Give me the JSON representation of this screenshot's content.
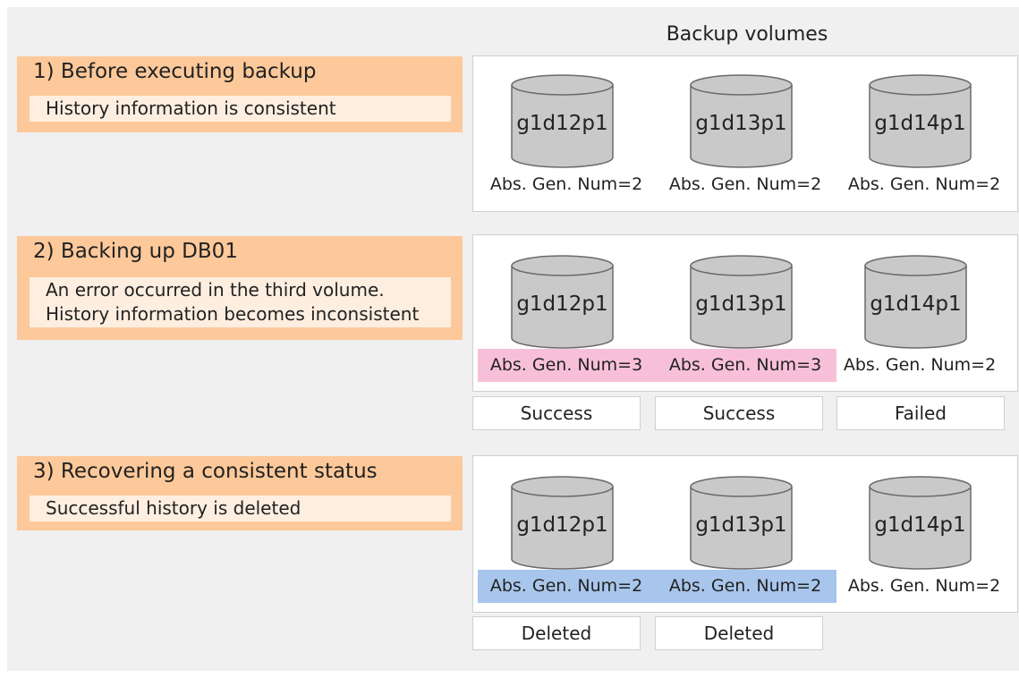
{
  "header": {
    "title": "Backup volumes"
  },
  "colors": {
    "step_box": "#fdc99a",
    "step_desc": "#fdeee0",
    "highlight_success": "#f8c0d8",
    "highlight_deleted": "#a8c6ec",
    "cylinder_fill": "#c9c9c9",
    "cylinder_stroke": "#6a6a6a"
  },
  "steps": [
    {
      "title": "1) Before executing backup",
      "desc_lines": [
        "History information is consistent"
      ],
      "volumes": [
        {
          "name": "g1d12p1",
          "gen": "Abs. Gen. Num=2"
        },
        {
          "name": "g1d13p1",
          "gen": "Abs. Gen. Num=2"
        },
        {
          "name": "g1d14p1",
          "gen": "Abs. Gen. Num=2"
        }
      ]
    },
    {
      "title": "2) Backing up DB01",
      "desc_lines": [
        "An error occurred in the third volume.",
        "History information becomes inconsistent"
      ],
      "volumes": [
        {
          "name": "g1d12p1",
          "gen": "Abs. Gen. Num=3",
          "result": "Success"
        },
        {
          "name": "g1d13p1",
          "gen": "Abs. Gen. Num=3",
          "result": "Success"
        },
        {
          "name": "g1d14p1",
          "gen": "Abs. Gen. Num=2",
          "result": "Failed"
        }
      ]
    },
    {
      "title": "3) Recovering a consistent status",
      "desc_lines": [
        "Successful history is deleted"
      ],
      "volumes": [
        {
          "name": "g1d12p1",
          "gen": "Abs. Gen. Num=2",
          "result": "Deleted"
        },
        {
          "name": "g1d13p1",
          "gen": "Abs. Gen. Num=2",
          "result": "Deleted"
        },
        {
          "name": "g1d14p1",
          "gen": "Abs. Gen. Num=2"
        }
      ]
    }
  ]
}
